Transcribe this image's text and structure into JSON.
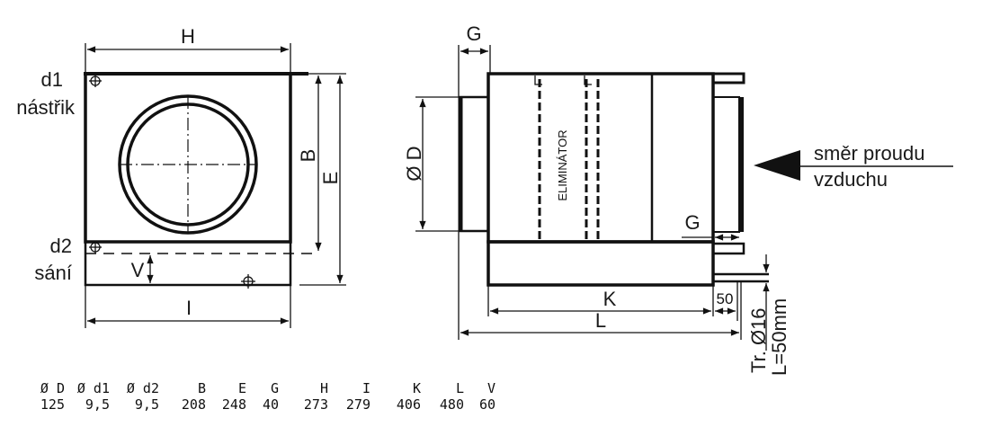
{
  "front_view": {
    "dim_H": "H",
    "dim_B": "B",
    "dim_E": "E",
    "dim_I": "I",
    "dim_V": "V",
    "d1_label": "d1",
    "d1_desc": "nástřik",
    "d2_label": "d2",
    "d2_desc": "sání"
  },
  "side_view": {
    "dim_G_top": "G",
    "dim_G_right": "G",
    "dim_D": "Ø D",
    "dim_K": "K",
    "dim_L": "L",
    "dim_50": "50",
    "eliminator": "ELIMINÁTOR",
    "pipe_line1": "Tr. Ø16",
    "pipe_line2": "L=50mm",
    "flow_line1": "směr proudu",
    "flow_line2": "vzduchu"
  },
  "table": {
    "headers": [
      "Ø D",
      "Ø d1",
      "Ø d2",
      "B",
      "E",
      "G",
      "H",
      "I",
      "K",
      "L",
      "V"
    ],
    "values": [
      "125",
      "9,5",
      "9,5",
      "208",
      "248",
      "40",
      "273",
      "279",
      "406",
      "480",
      "60"
    ]
  }
}
